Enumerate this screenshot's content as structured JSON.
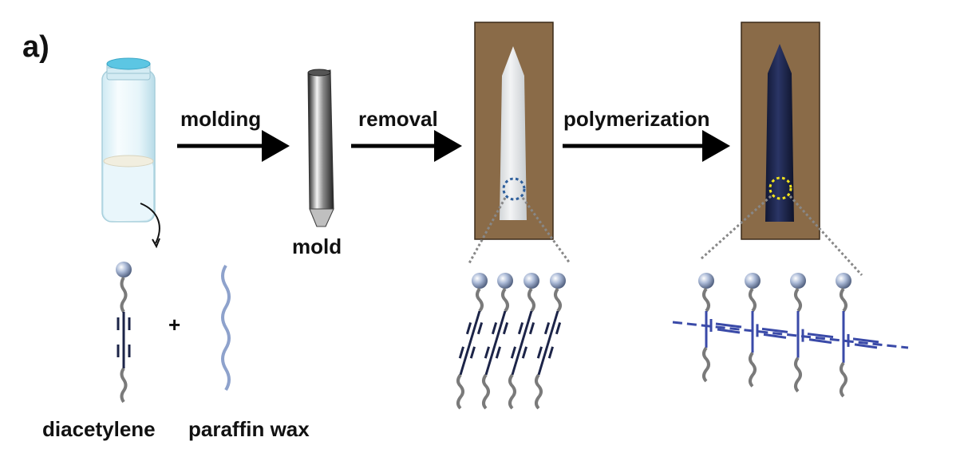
{
  "panel_label": "a)",
  "steps": {
    "molding": "molding",
    "removal": "removal",
    "polymerization": "polymerization"
  },
  "captions": {
    "mold": "mold",
    "diacetylene": "diacetylene",
    "plus": "+",
    "paraffin_wax": "paraffin wax"
  },
  "colors": {
    "arrow": "#000000",
    "photo_background": "#8a6b48",
    "white_crayon": "#e3e6e8",
    "blue_crayon": "#1c2448",
    "monomer_circle": "#2e5f9c",
    "polymer_circle": "#f2e31c",
    "polymer_backbone": "#3a4aa8",
    "head_group": "#9aaccc",
    "paraffin": "#8ea2cc",
    "vial_cap": "#5cc6e3"
  },
  "icons": {
    "vial": "vial-icon",
    "mold": "mold-icon",
    "white_crayon": "white-crayon-photo",
    "blue_crayon": "blue-crayon-photo"
  }
}
